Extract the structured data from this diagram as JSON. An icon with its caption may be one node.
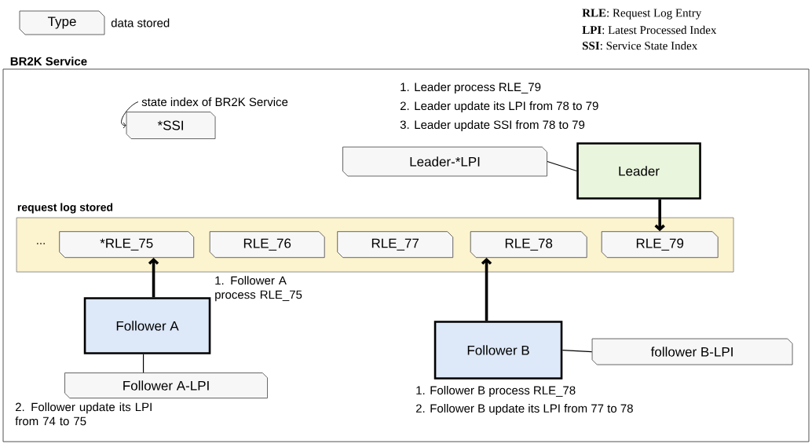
{
  "diagram": {
    "nodes": [
      {
        "text": [
          "Type"
        ],
        "beside": [
          "data stored"
        ]
      },
      {
        "text": [
          "BR2K Service"
        ]
      },
      {
        "text": [
          "state index of BR2K  Service"
        ],
        "in": 1
      },
      {
        "text": [
          "*SSI"
        ],
        "in": 1
      },
      {
        "text": [
          "Leader-*LPI"
        ],
        "in": 1
      },
      {
        "text": [
          "Leader"
        ],
        "in": 1,
        "beside": [
          "1. Leader process RLE_79",
          "2. Leader update its LPI from 78 to 79",
          "3. Leader update SSI from  78 to 79"
        ]
      },
      {
        "text": [
          "request log stored"
        ],
        "in": 1
      },
      {
        "text": [
          "*RLE_75"
        ],
        "in": 6
      },
      {
        "text": [
          "RLE_76"
        ],
        "in": 6
      },
      {
        "text": [
          "RLE_77"
        ],
        "in": 6
      },
      {
        "text": [
          "RLE_78"
        ],
        "in": 6
      },
      {
        "text": [
          "RLE_79"
        ],
        "in": 6
      },
      {
        "text": [
          "Follower A"
        ],
        "in": 1,
        "beside": [
          "1. Follower A process RLE_75"
        ]
      },
      {
        "text": [
          "Follower A-LPI"
        ],
        "in": 1,
        "beside": [
          "2. Follower update its LPI from 74 to 75"
        ]
      },
      {
        "text": [
          "Follower B"
        ],
        "in": 1,
        "beside": [
          "1. Follower B process RLE_78",
          "2. Follower B update its LPI from 77 to 78"
        ]
      },
      {
        "text": [
          "follower B-LPI"
        ],
        "in": 1
      }
    ],
    "edges": [
      {
        "from": 2,
        "to": 3,
        "arrow": "to"
      },
      {
        "from": 4,
        "to": 5,
        "arrow": "none"
      },
      {
        "from": 5,
        "to": 11,
        "arrow": "to",
        "style": "thick"
      },
      {
        "from": 12,
        "to": 7,
        "arrow": "to",
        "style": "thick"
      },
      {
        "from": 12,
        "to": 13,
        "arrow": "none"
      },
      {
        "from": 14,
        "to": 10,
        "arrow": "to",
        "style": "thick"
      },
      {
        "from": 14,
        "to": 15,
        "arrow": "none"
      }
    ],
    "labels": [
      "**RLE**: Request Log Entry",
      "**LPI**:  Latest Processed Index",
      "**SSI**:  Service State Index",
      "..."
    ]
  }
}
